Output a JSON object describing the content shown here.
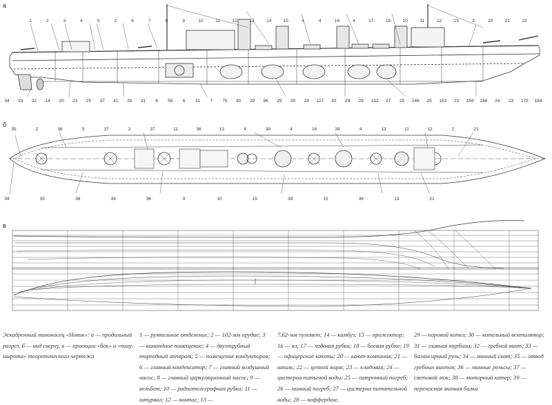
{
  "panels": {
    "a": "а",
    "b": "б",
    "c": "в"
  },
  "side_labels_top": [
    "1",
    "2",
    "3",
    "4",
    "5",
    "2",
    "6",
    "7",
    "8",
    "9",
    "10",
    "11",
    "12",
    "13",
    "14",
    "15",
    "4",
    "4",
    "16",
    "4",
    "17",
    "18",
    "10",
    "11",
    "12",
    "19",
    "3",
    "20",
    "21",
    "22"
  ],
  "side_labels_bottom": [
    "34",
    "33",
    "32",
    "14",
    "20",
    "23",
    "25",
    "37",
    "41",
    "28",
    "31",
    "8",
    "55",
    "6",
    "31",
    "7",
    "75",
    "30",
    "29",
    "96",
    "29",
    "30",
    "29",
    "117",
    "30",
    "29",
    "29",
    "132",
    "27",
    "25",
    "146",
    "25",
    "153",
    "23",
    "159",
    "166",
    "24",
    "23",
    "175",
    "184"
  ],
  "plan_labels_top": [
    "35",
    "2",
    "36",
    "5",
    "37",
    "2",
    "37",
    "11",
    "36",
    "13",
    "4",
    "38",
    "4",
    "16",
    "39",
    "4",
    "13",
    "11",
    "12",
    "2",
    "21"
  ],
  "plan_labels_bottom": [
    "34",
    "35",
    "36",
    "39",
    "36",
    "9",
    "10",
    "15",
    "39",
    "15",
    "36",
    "13",
    "21"
  ],
  "caption": {
    "col1": "Эскадренный миноносец «Новик»: а — продольный разрез, б — вид сверху, в — проекции «бок» и «полу-широта» теоретического чертежа",
    "col2": "1 — румпельное отделение; 2 — 102-мм орудие; 3 — командное помещение; 4 — двухтрубный торпедный аппарат; 5 — помещение кондукторов; 6 — главный конденсатор; 7 — главный воздушный насос; 8 — главный циркуляционный насос; 9 — вельбот; 10 — радиотелеграфная рубка; 11 — штурвал; 12 — компас; 13 —",
    "col3": "7,62-мм пулемет; 14 — камбуз; 15 — прожектор; 16 — ял; 17 — ходовая рубка; 18 — боевая рубка; 19 — офицерские каюты; 20 — кают-компания; 21 — шпиль; 22 — цепной ящик; 23 — кладовая; 24 — цистерна питьевой воды; 25 — патронный погреб; 26 — минный погреб; 27 — цистерна питательной воды; 28 — коффердам;",
    "col4": "29 — паровой котел; 30 — котельный вентилятор; 31 — главная турбина; 32 — гребной винт; 33 — балансирный руль; 34 — минный скат; 35 — отвод гребных винтов; 36 — минные рельсы; 37 — световой люк; 38 — моторный катер; 39 — переносная минная балка"
  }
}
